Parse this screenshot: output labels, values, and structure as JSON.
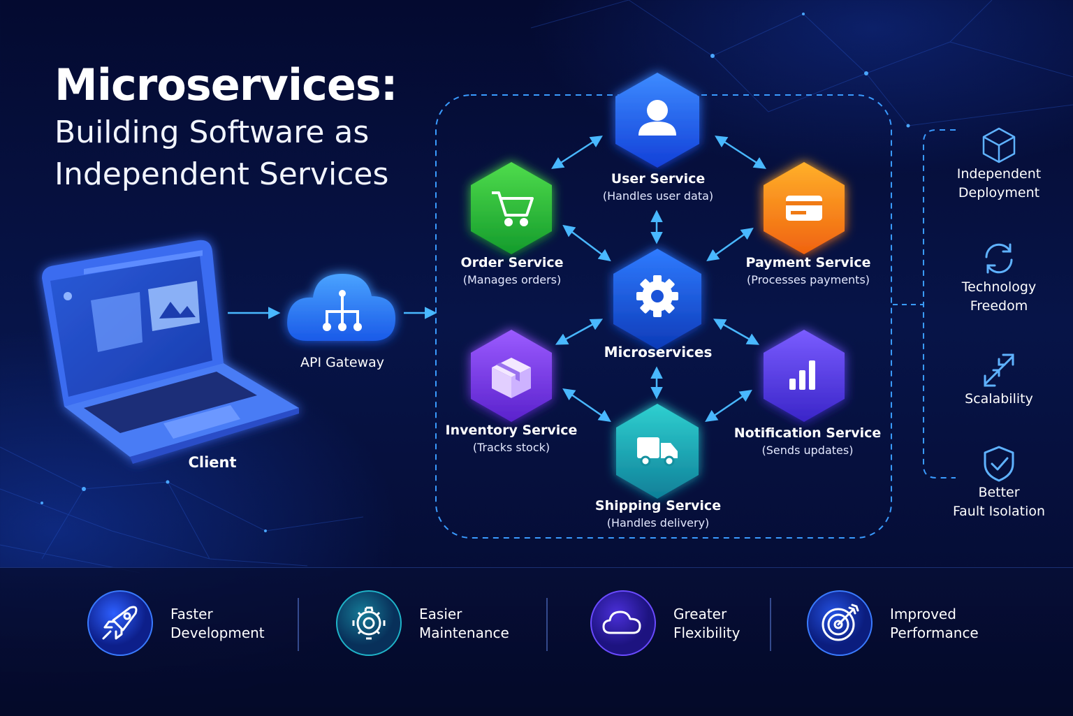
{
  "title": {
    "main": "Microservices:",
    "sub_line1": "Building Software as",
    "sub_line2": "Independent Services"
  },
  "client": {
    "label": "Client"
  },
  "gateway": {
    "label": "API Gateway"
  },
  "hub": {
    "label": "Microservices"
  },
  "services": {
    "user": {
      "name": "User Service",
      "desc": "(Handles user data)",
      "icon": "user-icon",
      "color": "#1f6bff"
    },
    "order": {
      "name": "Order Service",
      "desc": "(Manages orders)",
      "icon": "cart-icon",
      "color": "#22b83a"
    },
    "payment": {
      "name": "Payment Service",
      "desc": "(Processes payments)",
      "icon": "card-icon",
      "color": "#ff8a1a"
    },
    "inventory": {
      "name": "Inventory Service",
      "desc": "(Tracks stock)",
      "icon": "box-icon",
      "color": "#7b3cf0"
    },
    "notification": {
      "name": "Notification Service",
      "desc": "(Sends updates)",
      "icon": "bar-chart-icon",
      "color": "#5a3cf0"
    },
    "shipping": {
      "name": "Shipping Service",
      "desc": "(Handles delivery)",
      "icon": "truck-icon",
      "color": "#14a9b4"
    }
  },
  "benefits_side": [
    {
      "line1": "Independent",
      "line2": "Deployment",
      "icon": "cube-icon"
    },
    {
      "line1": "Technology",
      "line2": "Freedom",
      "icon": "refresh-icon"
    },
    {
      "line1": "Scalability",
      "line2": "",
      "icon": "scale-arrows-icon"
    },
    {
      "line1": "Better",
      "line2": "Fault Isolation",
      "icon": "shield-check-icon"
    }
  ],
  "benefits_bottom": [
    {
      "line1": "Faster",
      "line2": "Development",
      "icon": "rocket-icon"
    },
    {
      "line1": "Easier",
      "line2": "Maintenance",
      "icon": "gear-icon"
    },
    {
      "line1": "Greater",
      "line2": "Flexibility",
      "icon": "cloud-icon"
    },
    {
      "line1": "Improved",
      "line2": "Performance",
      "icon": "target-icon"
    }
  ],
  "colors": {
    "accent": "#3fa9ff",
    "background": "#071448"
  }
}
